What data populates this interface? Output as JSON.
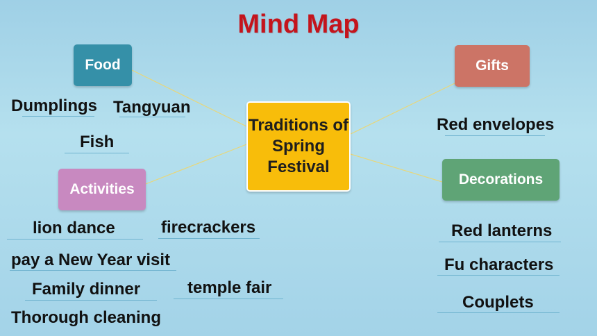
{
  "title": "Mind Map",
  "center_topic": "Traditions of Spring Festival",
  "colors": {
    "title": "#c4141c",
    "center": "#f8bd0a",
    "food": "#3590a8",
    "activities": "#c889c0",
    "gifts": "#cc7466",
    "decorations": "#5fa476",
    "connector": "#e8d77a"
  },
  "categories": {
    "food": {
      "label": "Food",
      "items": [
        "Dumplings",
        "Tangyuan",
        "Fish"
      ]
    },
    "activities": {
      "label": "Activities",
      "items": [
        "lion dance",
        "firecrackers",
        "pay a New Year visit",
        "Family dinner",
        "temple fair",
        "Thorough cleaning"
      ]
    },
    "gifts": {
      "label": "Gifts",
      "items": [
        "Red envelopes"
      ]
    },
    "decorations": {
      "label": "Decorations",
      "items": [
        "Red lanterns",
        "Fu characters",
        "Couplets"
      ]
    }
  }
}
